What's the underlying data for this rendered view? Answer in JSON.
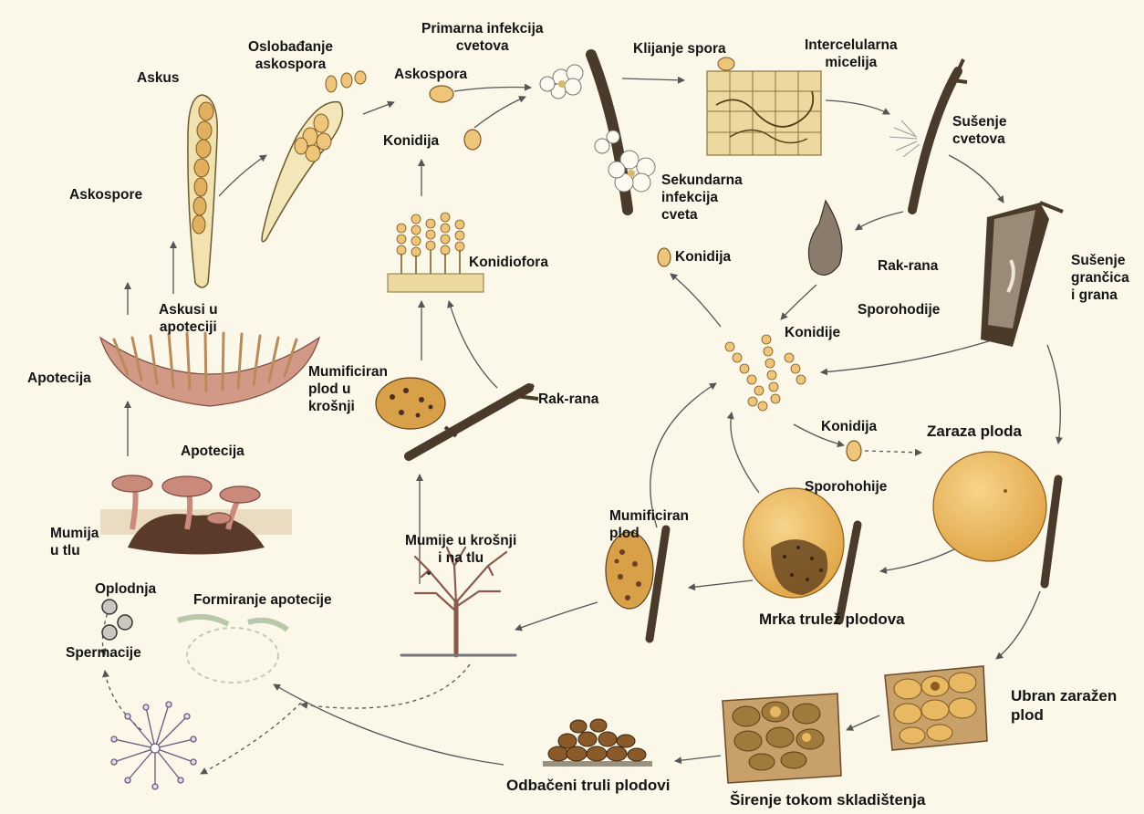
{
  "diagram": {
    "labels": {
      "primarna_infekcija": "Primarna infekcija\ncvetova",
      "oslobadjanje": "Oslobađanje\naskospora",
      "askus": "Askus",
      "askospora_top": "Askospora",
      "klijanje": "Klijanje spora",
      "intercelularna": "Intercelularna\nmicelija",
      "konidija_upper": "Konidija",
      "susenje_cvetova": "Sušenje\ncvetova",
      "askospore": "Askospore",
      "sekundarna": "Sekundarna\ninfekcija\ncveta",
      "konidiofora": "Konidiofora",
      "konidija_mid": "Konidija",
      "rak_rana_right": "Rak-rana",
      "susenje_grancica": "Sušenje\ngrančica\ni grana",
      "askusi_u_apoteciji": "Askusi u\napoteciji",
      "sporohodije": "Sporohodije",
      "konidije": "Konidije",
      "mumificiran_krosnji": "Mumificiran\nplod u\nkrošnji",
      "apotecija_left": "Apotecija",
      "rak_rana_mid": "Rak-rana",
      "konidija_low": "Konidija",
      "zaraza_ploda": "Zaraza ploda",
      "apotecija_mid": "Apotecija",
      "sporohohije": "Sporohohije",
      "mumificiran_plod": "Mumificiran\nplod",
      "mumija_u_tlu": "Mumija\nu tlu",
      "mumije_krosnji": "Mumije u krošnji\ni na tlu",
      "oplodnja": "Oplodnja",
      "formiranje": "Formiranje apotecije",
      "spermacije": "Spermacije",
      "mrka_trulez": "Mrka trulež plodova",
      "ubran": "Ubran zaražen\nplod",
      "odbaceni": "Odbačeni truli plodovi",
      "sirenje": "Širenje tokom skladištenja"
    },
    "colors": {
      "background": "#fbf7e9",
      "fruit": "#eab55a",
      "fruit_dark": "#8a5a1e",
      "bark": "#5a4636",
      "text": "#141414",
      "arrow": "#555555",
      "apothecium": "#c98a7c",
      "spore": "#e8c07a"
    }
  }
}
